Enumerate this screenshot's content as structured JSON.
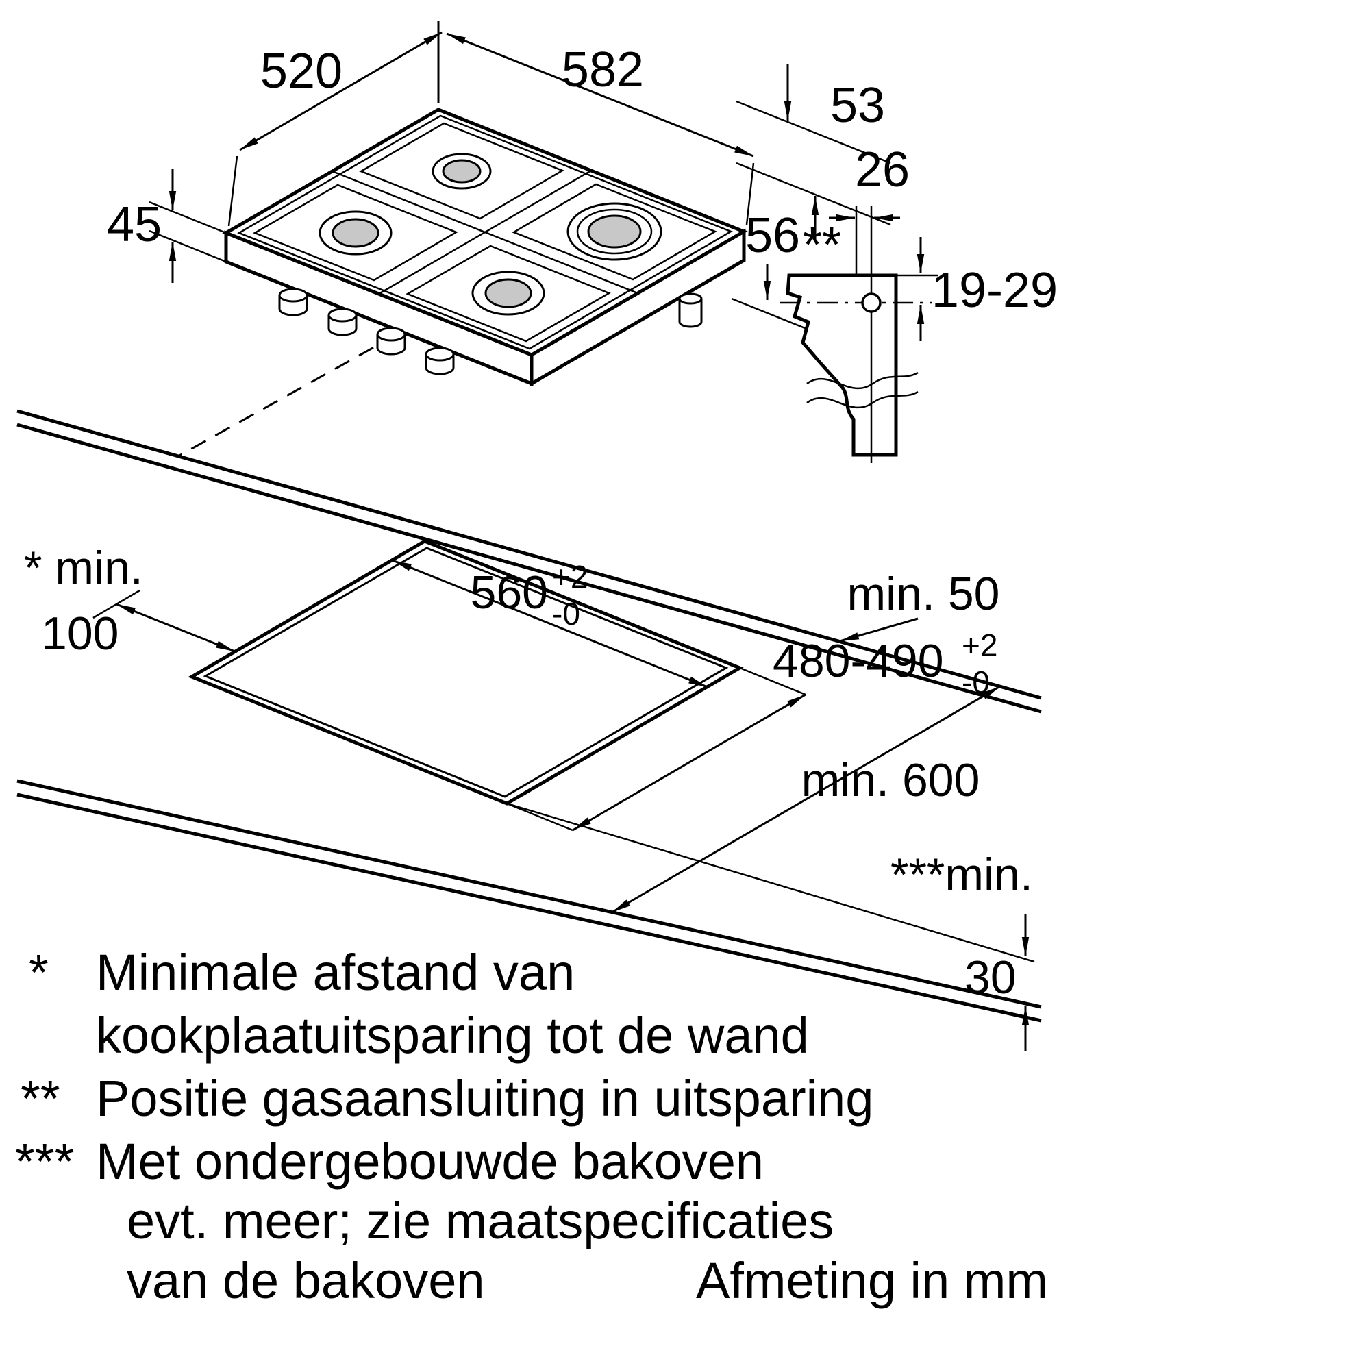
{
  "diagram": {
    "title_units": "Afmeting in mm",
    "dimensions": {
      "depth_top": "520",
      "width_top": "582",
      "height_right": "53",
      "height_left": "45",
      "gas_offset": "56",
      "clamp_width": "26",
      "gas_depth_range": "19-29",
      "star2_top": "**",
      "cutout_width": {
        "main": "560",
        "sup": "+2",
        "sub": "-0"
      },
      "cutout_depth": {
        "main": "480-490",
        "sup": "+2",
        "sub": "-0"
      },
      "min_rear": "min. 50",
      "min_side_line1": "* min.",
      "min_side_line2": "100",
      "min_worktop_depth": "min. 600",
      "min_front_line1": "***min.",
      "min_front_line2": "30"
    },
    "footnotes": {
      "marker1": "*",
      "marker2": "**",
      "marker3": "***",
      "line1": "Minimale afstand van",
      "line2": "kookplaatuitsparing tot de wand",
      "line3": "Positie gasaansluiting in uitsparing",
      "line4": "Met ondergebouwde bakoven",
      "line5": "evt. meer; zie maatspecificaties",
      "line6": "van de bakoven"
    },
    "colors": {
      "line": "#000000",
      "burner_fill": "#c8c8c8",
      "background": "#ffffff"
    }
  }
}
